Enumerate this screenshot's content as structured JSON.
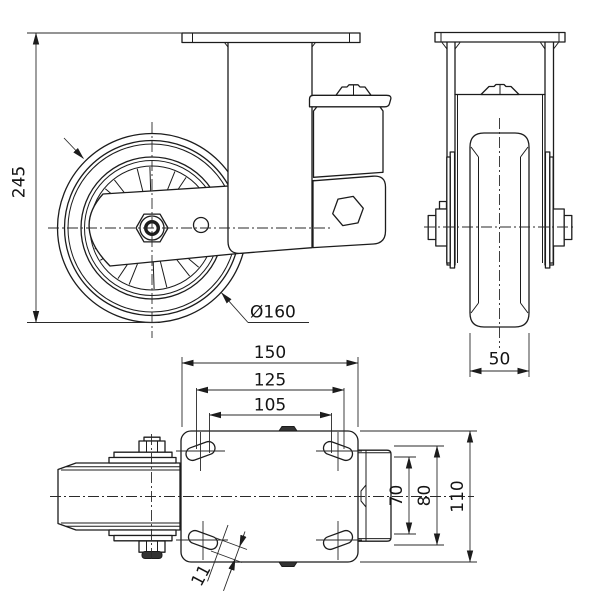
{
  "drawing": {
    "dims": {
      "height": "245",
      "wheel_diameter": "Ø160",
      "wheel_width": "50",
      "plate_width": "150",
      "bolt_span_125": "125",
      "bolt_span_105": "105",
      "bolt_span_70": "70",
      "bolt_span_80": "80",
      "plate_depth": "110",
      "slot_width": "11"
    }
  }
}
